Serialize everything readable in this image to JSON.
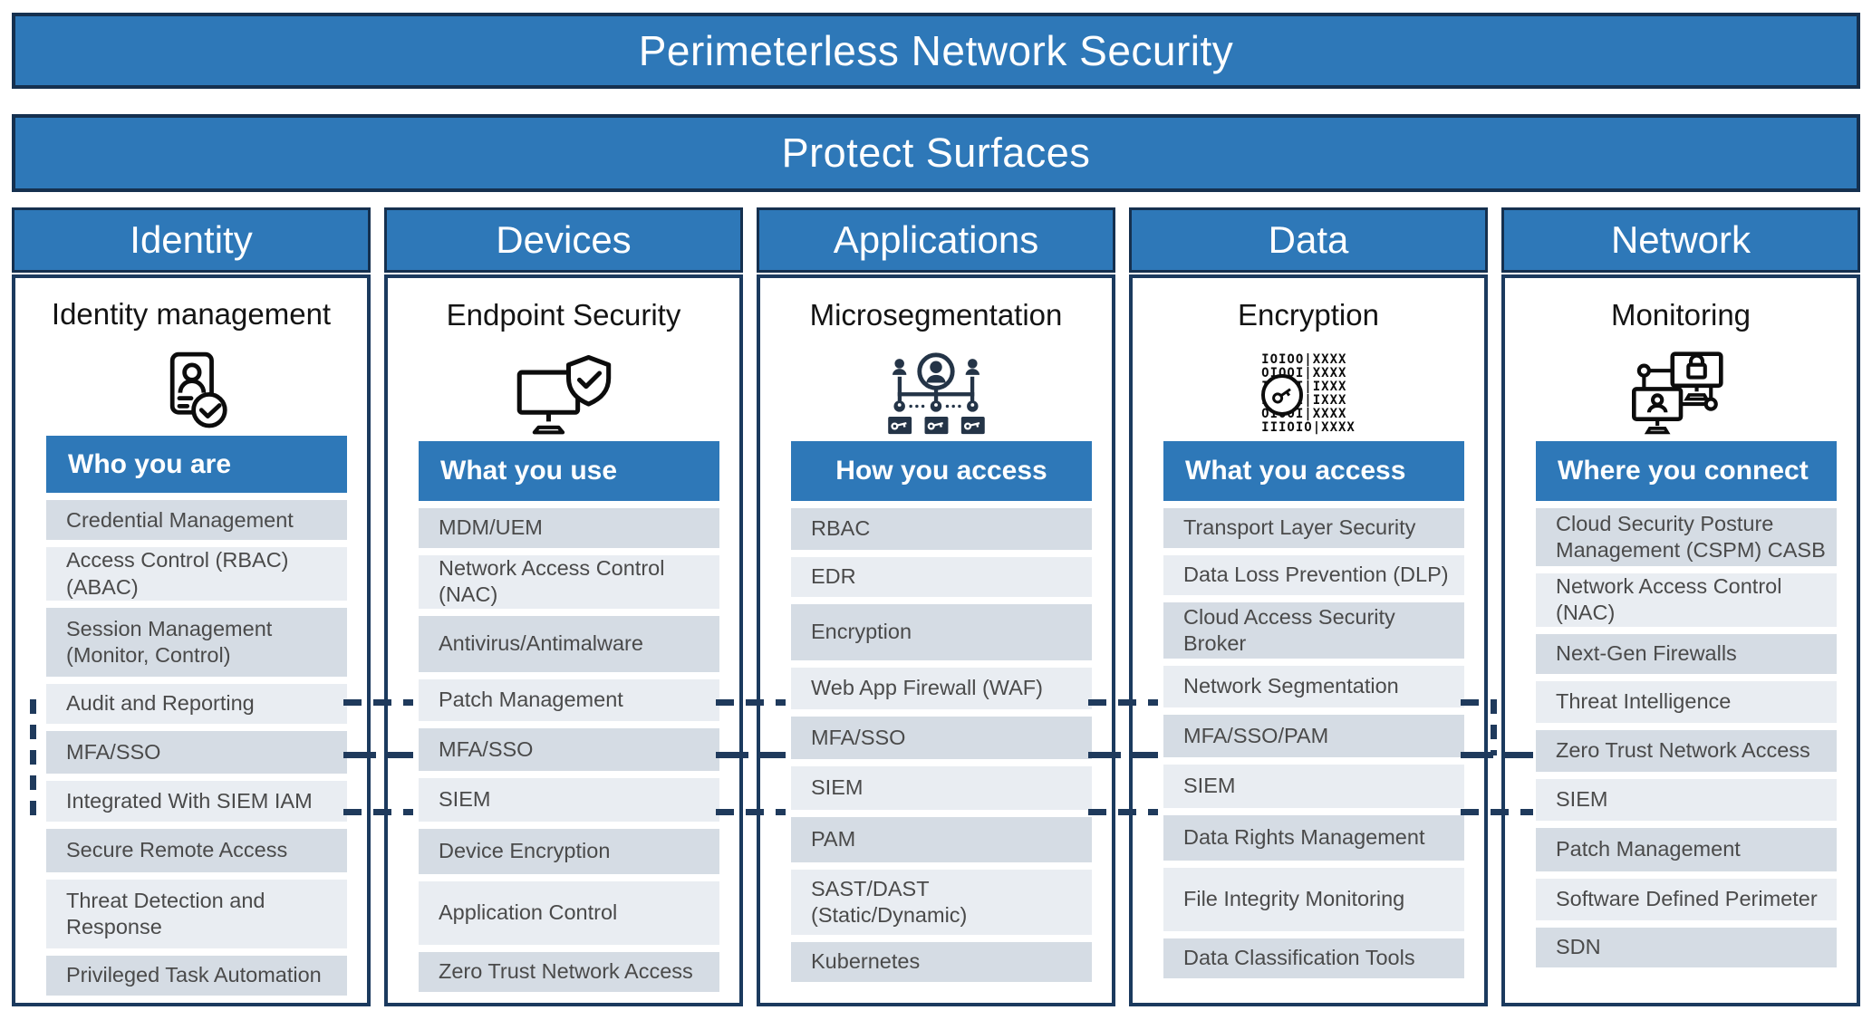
{
  "title_banner": {
    "label": "Perimeterless Network Security"
  },
  "subtitle_banner": {
    "label": "Protect Surfaces"
  },
  "colors": {
    "banner_blue": "#2E78B8",
    "border_navy": "#1B3A5E",
    "dash_navy": "#1F3A5C",
    "row_dark": "#D5DCE4",
    "row_light": "#E9EDF2"
  },
  "encryption_icon_lines": "IOIOO|XXXX\nOIOOI|XXXX\nIIIOI|IXXX\nIOIOI|IXXX\nOIOOI|XXXX\nIIIOIO|XXXX",
  "columns": [
    {
      "header": "Identity",
      "subtitle": "Identity management",
      "icon": "id-card-check-icon",
      "pillar_label": "Who you are",
      "items": [
        "Credential Management",
        "Access Control (RBAC)(ABAC)",
        "Session Management (Monitor, Control)",
        "Audit and Reporting",
        "MFA/SSO",
        "Integrated With SIEM IAM",
        "Secure Remote Access",
        "Threat Detection and Response",
        "Privileged Task Automation"
      ]
    },
    {
      "header": "Devices",
      "subtitle": "Endpoint Security",
      "icon": "monitor-shield-check-icon",
      "pillar_label": "What you use",
      "items": [
        "MDM/UEM",
        "Network Access Control (NAC)",
        "Antivirus/Antimalware",
        "Patch Management",
        "MFA/SSO",
        "SIEM",
        "Device Encryption",
        "Application Control",
        "Zero Trust Network Access"
      ]
    },
    {
      "header": "Applications",
      "subtitle": "Microsegmentation",
      "icon": "microsegmentation-icon",
      "pillar_label": "How you access",
      "items": [
        "RBAC",
        "EDR",
        "Encryption",
        "Web App Firewall (WAF)",
        "MFA/SSO",
        "SIEM",
        "PAM",
        "SAST/DAST  (Static/Dynamic)",
        "Kubernetes"
      ]
    },
    {
      "header": "Data",
      "subtitle": "Encryption",
      "icon": "data-encryption-key-icon",
      "pillar_label": "What you access",
      "items": [
        "Transport Layer Security",
        "Data Loss Prevention (DLP)",
        "Cloud Access Security Broker",
        "Network Segmentation",
        "MFA/SSO/PAM",
        "SIEM",
        "Data Rights Management",
        "File Integrity Monitoring",
        "Data Classification Tools"
      ]
    },
    {
      "header": "Network",
      "subtitle": "Monitoring",
      "icon": "monitored-devices-lock-icon",
      "pillar_label": "Where you connect",
      "items": [
        "Cloud Security Posture Management (CSPM) CASB",
        "Network Access Control (NAC)",
        "Next-Gen Firewalls",
        "Threat Intelligence",
        "Zero Trust Network Access",
        "SIEM",
        "Patch Management",
        "Software Defined Perimeter",
        "SDN"
      ]
    }
  ]
}
